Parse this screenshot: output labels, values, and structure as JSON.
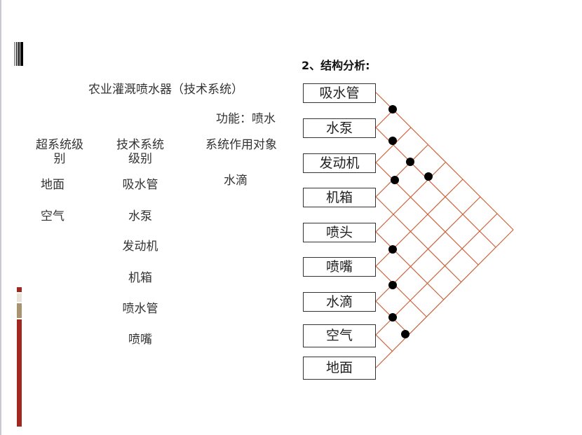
{
  "decorations": {
    "side_bar_colors": [
      "#a0281e",
      "#e8e4dc",
      "#a89270",
      "#a0281e"
    ],
    "barcode_color": "#000000"
  },
  "left_section": {
    "title": "农业灌溉喷水器（技术系统）",
    "function_label": "功能：喷水",
    "columns": [
      {
        "header_line1": "超系统级",
        "header_line2": "别",
        "items": [
          "地面",
          "空气"
        ]
      },
      {
        "header_line1": "技术系统",
        "header_line2": "级别",
        "items": [
          "吸水管",
          "水泵",
          "发动机",
          "机箱",
          "喷水管",
          "喷嘴"
        ]
      },
      {
        "header_line1": "系统作用对象",
        "header_line2": "",
        "items": [
          "水滴"
        ]
      }
    ]
  },
  "right_section": {
    "heading": "2、结构分析:",
    "components": [
      "吸水管",
      "水泵",
      "发动机",
      "机箱",
      "喷头",
      "喷嘴",
      "水滴",
      "空气",
      "地面"
    ],
    "line_color": "#c8643c",
    "dot_color": "#000000",
    "connections": [
      [
        "吸水管",
        "水泵"
      ],
      [
        "水泵",
        "发动机"
      ],
      [
        "水泵",
        "机箱"
      ],
      [
        "发动机",
        "机箱"
      ],
      [
        "水泵",
        "喷头"
      ],
      [
        "喷头",
        "喷嘴"
      ],
      [
        "喷嘴",
        "水滴"
      ],
      [
        "水滴",
        "空气"
      ],
      [
        "水滴",
        "地面"
      ]
    ]
  }
}
